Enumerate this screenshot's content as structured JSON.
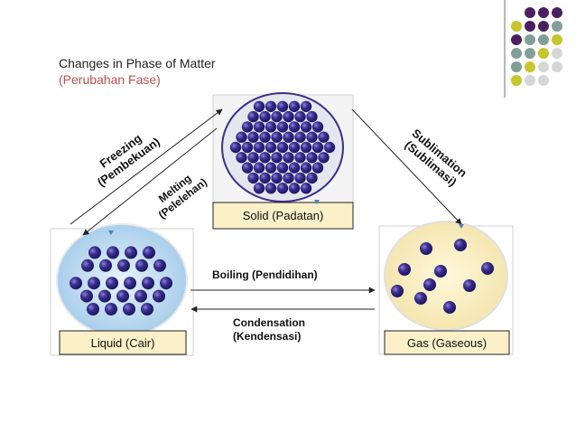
{
  "title": {
    "line1": "Changes in Phase of Matter",
    "line2": "(Perubahan Fase)"
  },
  "phases": {
    "solid": "Solid (Padatan)",
    "liquid": "Liquid (Cair)",
    "gas": "Gas (Gaseous)"
  },
  "processes": {
    "freezing": [
      "Freezing",
      "(Pembekuan)"
    ],
    "melting": [
      "Melting",
      "(Pelelehan)"
    ],
    "sublimation": [
      "Sublimation",
      "(Sublimasi)"
    ],
    "boiling": "Boiling (Pendidihan)",
    "condensation": [
      "Condensation",
      "(Kendensasi)"
    ]
  },
  "colors": {
    "particle": "#3a2f8f",
    "solid_bg": "#f2f2f2",
    "liquid_fill": "#b7d7ee",
    "gas_fill": "#fbf0c8",
    "accent_red": "#c0504d",
    "deco_purple": "#4b2060",
    "deco_teal": "#7f9f98",
    "deco_olive": "#c6c62d",
    "deco_gray": "#d6d6d6"
  }
}
